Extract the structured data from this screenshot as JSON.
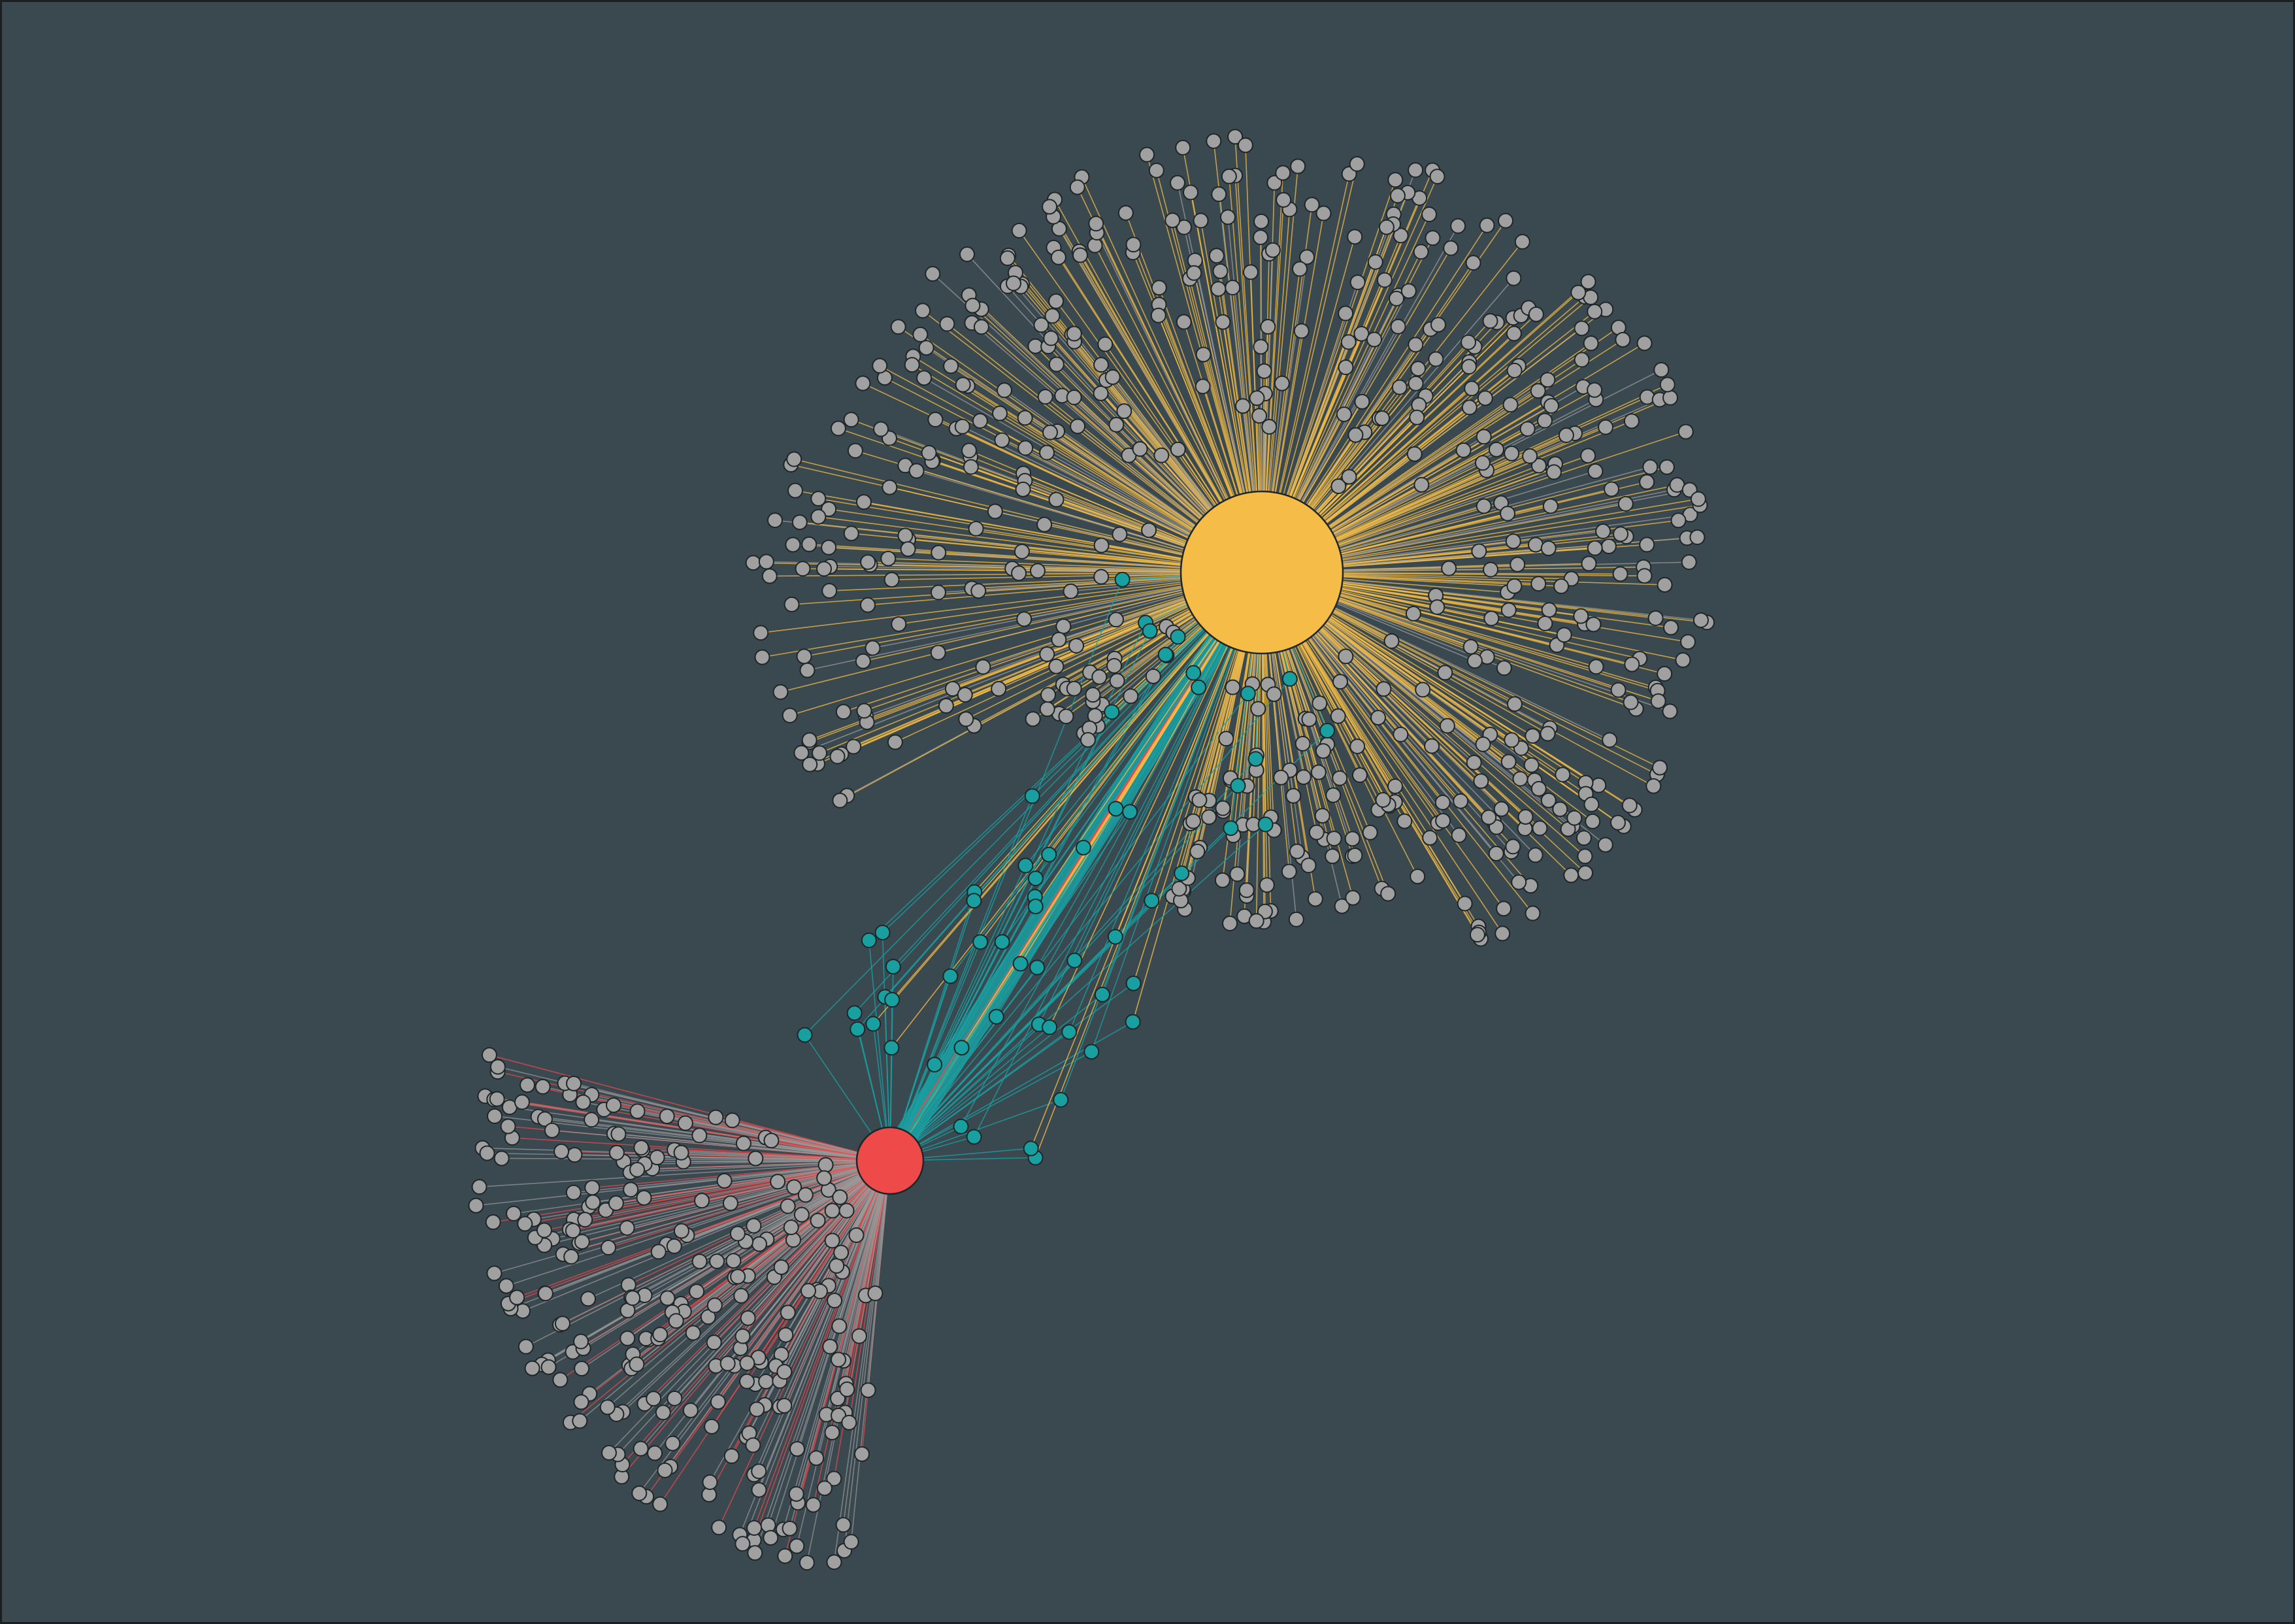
{
  "colors": {
    "background": "#3a4850",
    "frame": "#1a1f22",
    "hub_primary": "#f5bd47",
    "hub_secondary": "#ef4a4a",
    "bridge_node": "#1a9fa0",
    "leaf_node": "#a0a0a0",
    "node_stroke": "#1e2628",
    "edge_primary": "#f5bd47",
    "edge_bridge": "#1a9fa0",
    "edge_secondary": "#ef4a4a",
    "edge_neutral": "#9a9a9a"
  },
  "chart_data": {
    "type": "network",
    "hubs": [
      {
        "id": "hub-primary",
        "color": "hub_primary"
      },
      {
        "id": "hub-secondary",
        "color": "hub_secondary"
      }
    ],
    "groups": [
      {
        "name": "primary-cluster",
        "hub": "hub-primary",
        "node_count": 620
      },
      {
        "name": "bridge-cluster",
        "hub": "both",
        "node_count": 60
      },
      {
        "name": "secondary-cluster",
        "hub": "hub-secondary",
        "node_count": 270
      }
    ]
  }
}
